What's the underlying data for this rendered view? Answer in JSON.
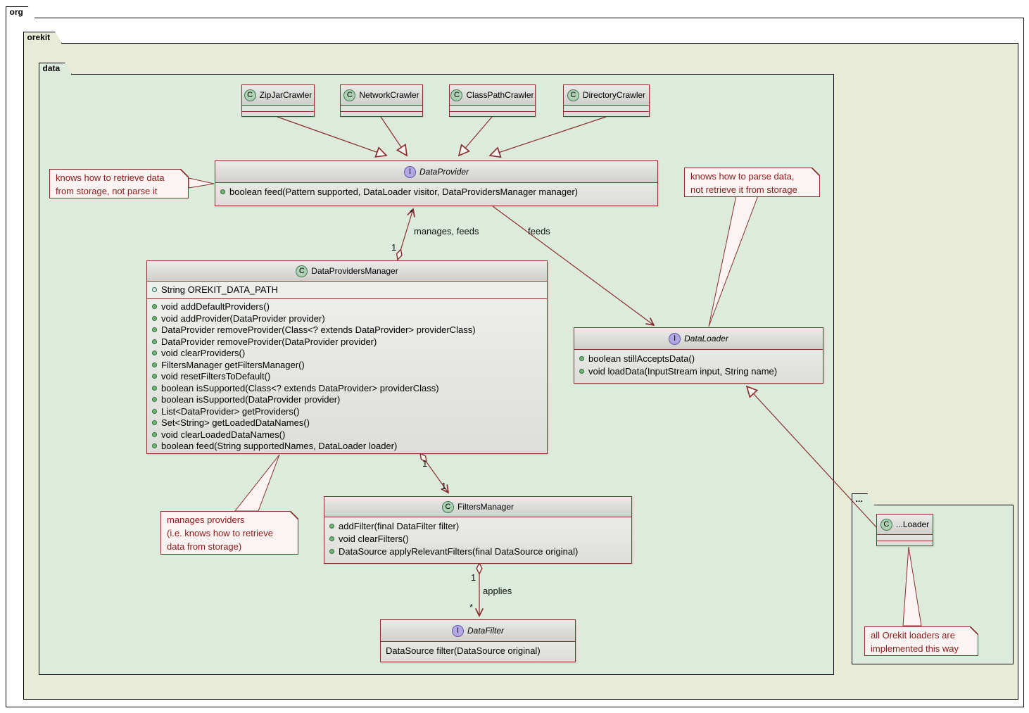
{
  "packages": {
    "org": {
      "label": "org"
    },
    "orekit": {
      "label": "orekit"
    },
    "data": {
      "label": "data"
    },
    "other": {
      "label": "..."
    }
  },
  "icons": {
    "class_letter": "C",
    "interface_letter": "I"
  },
  "classes": {
    "zipJarCrawler": {
      "name": "ZipJarCrawler"
    },
    "networkCrawler": {
      "name": "NetworkCrawler"
    },
    "classPathCrawler": {
      "name": "ClassPathCrawler"
    },
    "directoryCrawler": {
      "name": "DirectoryCrawler"
    },
    "dataProvider": {
      "name": "DataProvider",
      "methods": [
        "boolean feed(Pattern supported, DataLoader visitor, DataProvidersManager manager)"
      ]
    },
    "dataProvidersManager": {
      "name": "DataProvidersManager",
      "fields": [
        "String OREKIT_DATA_PATH"
      ],
      "methods": [
        "void addDefaultProviders()",
        "void addProvider(DataProvider provider)",
        "DataProvider removeProvider(Class<? extends DataProvider> providerClass)",
        "DataProvider removeProvider(DataProvider provider)",
        "void clearProviders()",
        "FiltersManager getFiltersManager()",
        "void resetFiltersToDefault()",
        "boolean isSupported(Class<? extends DataProvider> providerClass)",
        "boolean isSupported(DataProvider provider)",
        "List<DataProvider> getProviders()",
        "Set<String> getLoadedDataNames()",
        "void clearLoadedDataNames()",
        "boolean feed(String supportedNames, DataLoader loader)"
      ]
    },
    "dataLoader": {
      "name": "DataLoader",
      "methods": [
        "boolean stillAcceptsData()",
        "void loadData(InputStream input, String name)"
      ]
    },
    "filtersManager": {
      "name": "FiltersManager",
      "methods": [
        "addFilter(final DataFilter filter)",
        "void clearFilters()",
        "DataSource applyRelevantFilters(final DataSource original)"
      ]
    },
    "dataFilter": {
      "name": "DataFilter",
      "methods": [
        "DataSource filter(DataSource original)"
      ]
    },
    "dotLoader": {
      "name": "...Loader"
    }
  },
  "notes": {
    "retrieve": {
      "text": "knows how to retrieve data\nfrom storage, not parse it"
    },
    "parse": {
      "text": "knows how to parse data,\nnot retrieve it from storage"
    },
    "manages": {
      "text": "manages providers\n(i.e. knows how to retrieve\ndata from storage)"
    },
    "loaders": {
      "text": "all Orekit loaders are\nimplemented this way"
    }
  },
  "edges": {
    "manages_feeds": {
      "label": "manages, feeds",
      "source_mult": "1",
      "target_mult": "*"
    },
    "feeds": {
      "label": "feeds"
    },
    "manager_filters": {
      "source_mult": "1",
      "target_mult": "1"
    },
    "applies": {
      "label": "applies",
      "source_mult": "1",
      "target_mult": "*"
    }
  },
  "colors": {
    "line": "#8b2e2e",
    "package_data_bg": "#dcebdc",
    "package_orekit_bg": "#e8ecd6",
    "note_bg": "#fcf4f2",
    "note_text": "#8b1a1a",
    "class_icon_bg": "#ADD1B2",
    "interface_icon_bg": "#B4A7E5"
  }
}
